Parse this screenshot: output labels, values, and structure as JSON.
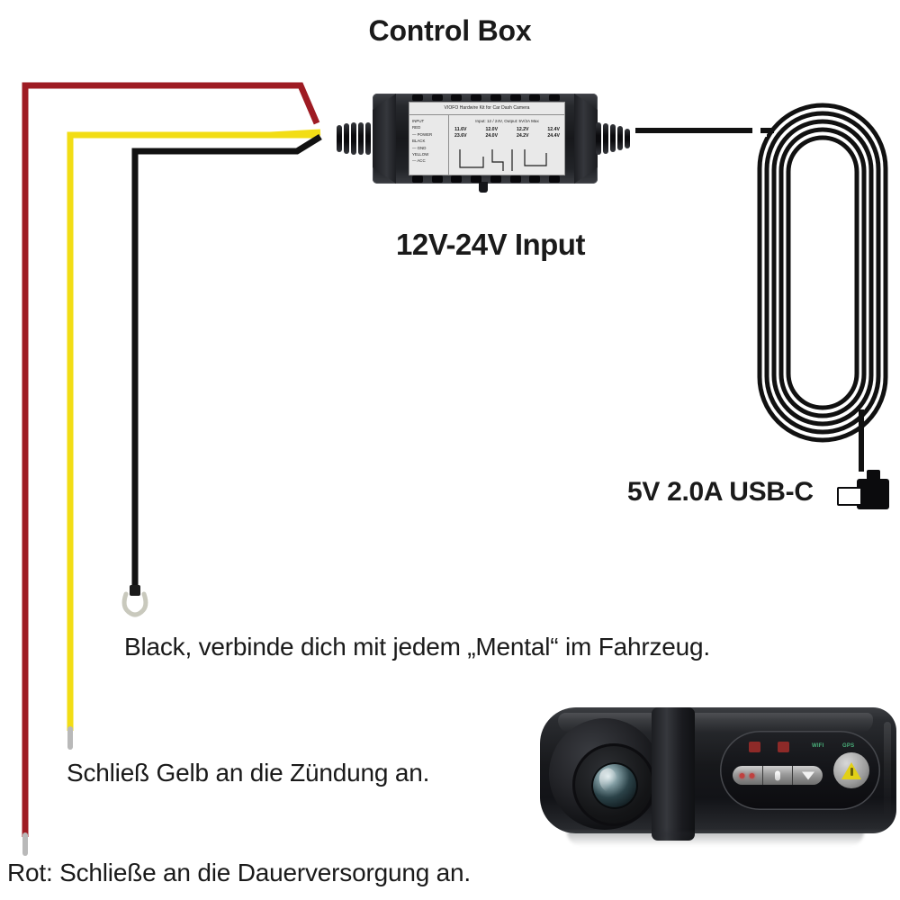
{
  "diagram": {
    "title": "Control Box",
    "input_label": "12V-24V Input",
    "output_label": "5V 2.0A USB-C"
  },
  "notes": {
    "black": "Black, verbinde dich mit jedem „Mental“ im Fahrzeug.",
    "yellow": "Schließ Gelb an die Zündung an.",
    "red": "Rot: Schließe an die Dauerversorgung an."
  },
  "wires": [
    {
      "name": "red",
      "color": "#9e1b23",
      "meaning": "Dauerversorgung"
    },
    {
      "name": "yellow",
      "color": "#f2dd15",
      "meaning": "Zündung"
    },
    {
      "name": "black",
      "color": "#111111",
      "meaning": "Masse / Mental"
    }
  ],
  "control_box_label": {
    "title": "VIOFO Hardwire Kit for Car Dash Camera",
    "left_column": [
      "INPUT",
      "RED",
      "— POWER",
      "BLACK",
      "— GND",
      "YELLOW",
      "— ACC"
    ],
    "spec_line": "Input: 12 / 24V, Output: 5V/2A Max",
    "cutoff_columns": [
      {
        "top": "11.6V",
        "bottom": "23.6V"
      },
      {
        "top": "12.0V",
        "bottom": "24.0V"
      },
      {
        "top": "12.2V",
        "bottom": "24.2V"
      },
      {
        "top": "12.4V",
        "bottom": "24.4V"
      }
    ]
  },
  "dashcam": {
    "buttons": [
      {
        "name": "record-button",
        "icon": "record-dots-icon"
      },
      {
        "name": "mic-button",
        "icon": "microphone-icon"
      },
      {
        "name": "menu-down-button",
        "icon": "chevron-down-icon"
      },
      {
        "name": "emergency-lock-button",
        "icon": "warning-triangle-icon"
      }
    ],
    "indicators": [
      {
        "name": "power-led",
        "label": "",
        "color": "#8e2a28"
      },
      {
        "name": "rec-led",
        "label": "",
        "color": "#8e2a28"
      },
      {
        "name": "wifi-led",
        "label": "WIFI",
        "color": "#49b07a"
      },
      {
        "name": "gps-led",
        "label": "GPS",
        "color": "#49b07a"
      }
    ]
  },
  "colors": {
    "background": "#ffffff",
    "text": "#1a1a1a",
    "red_wire": "#9e1b23",
    "yellow_wire": "#f2dd15",
    "black_wire": "#111111",
    "warning_yellow": "#e2d017"
  }
}
